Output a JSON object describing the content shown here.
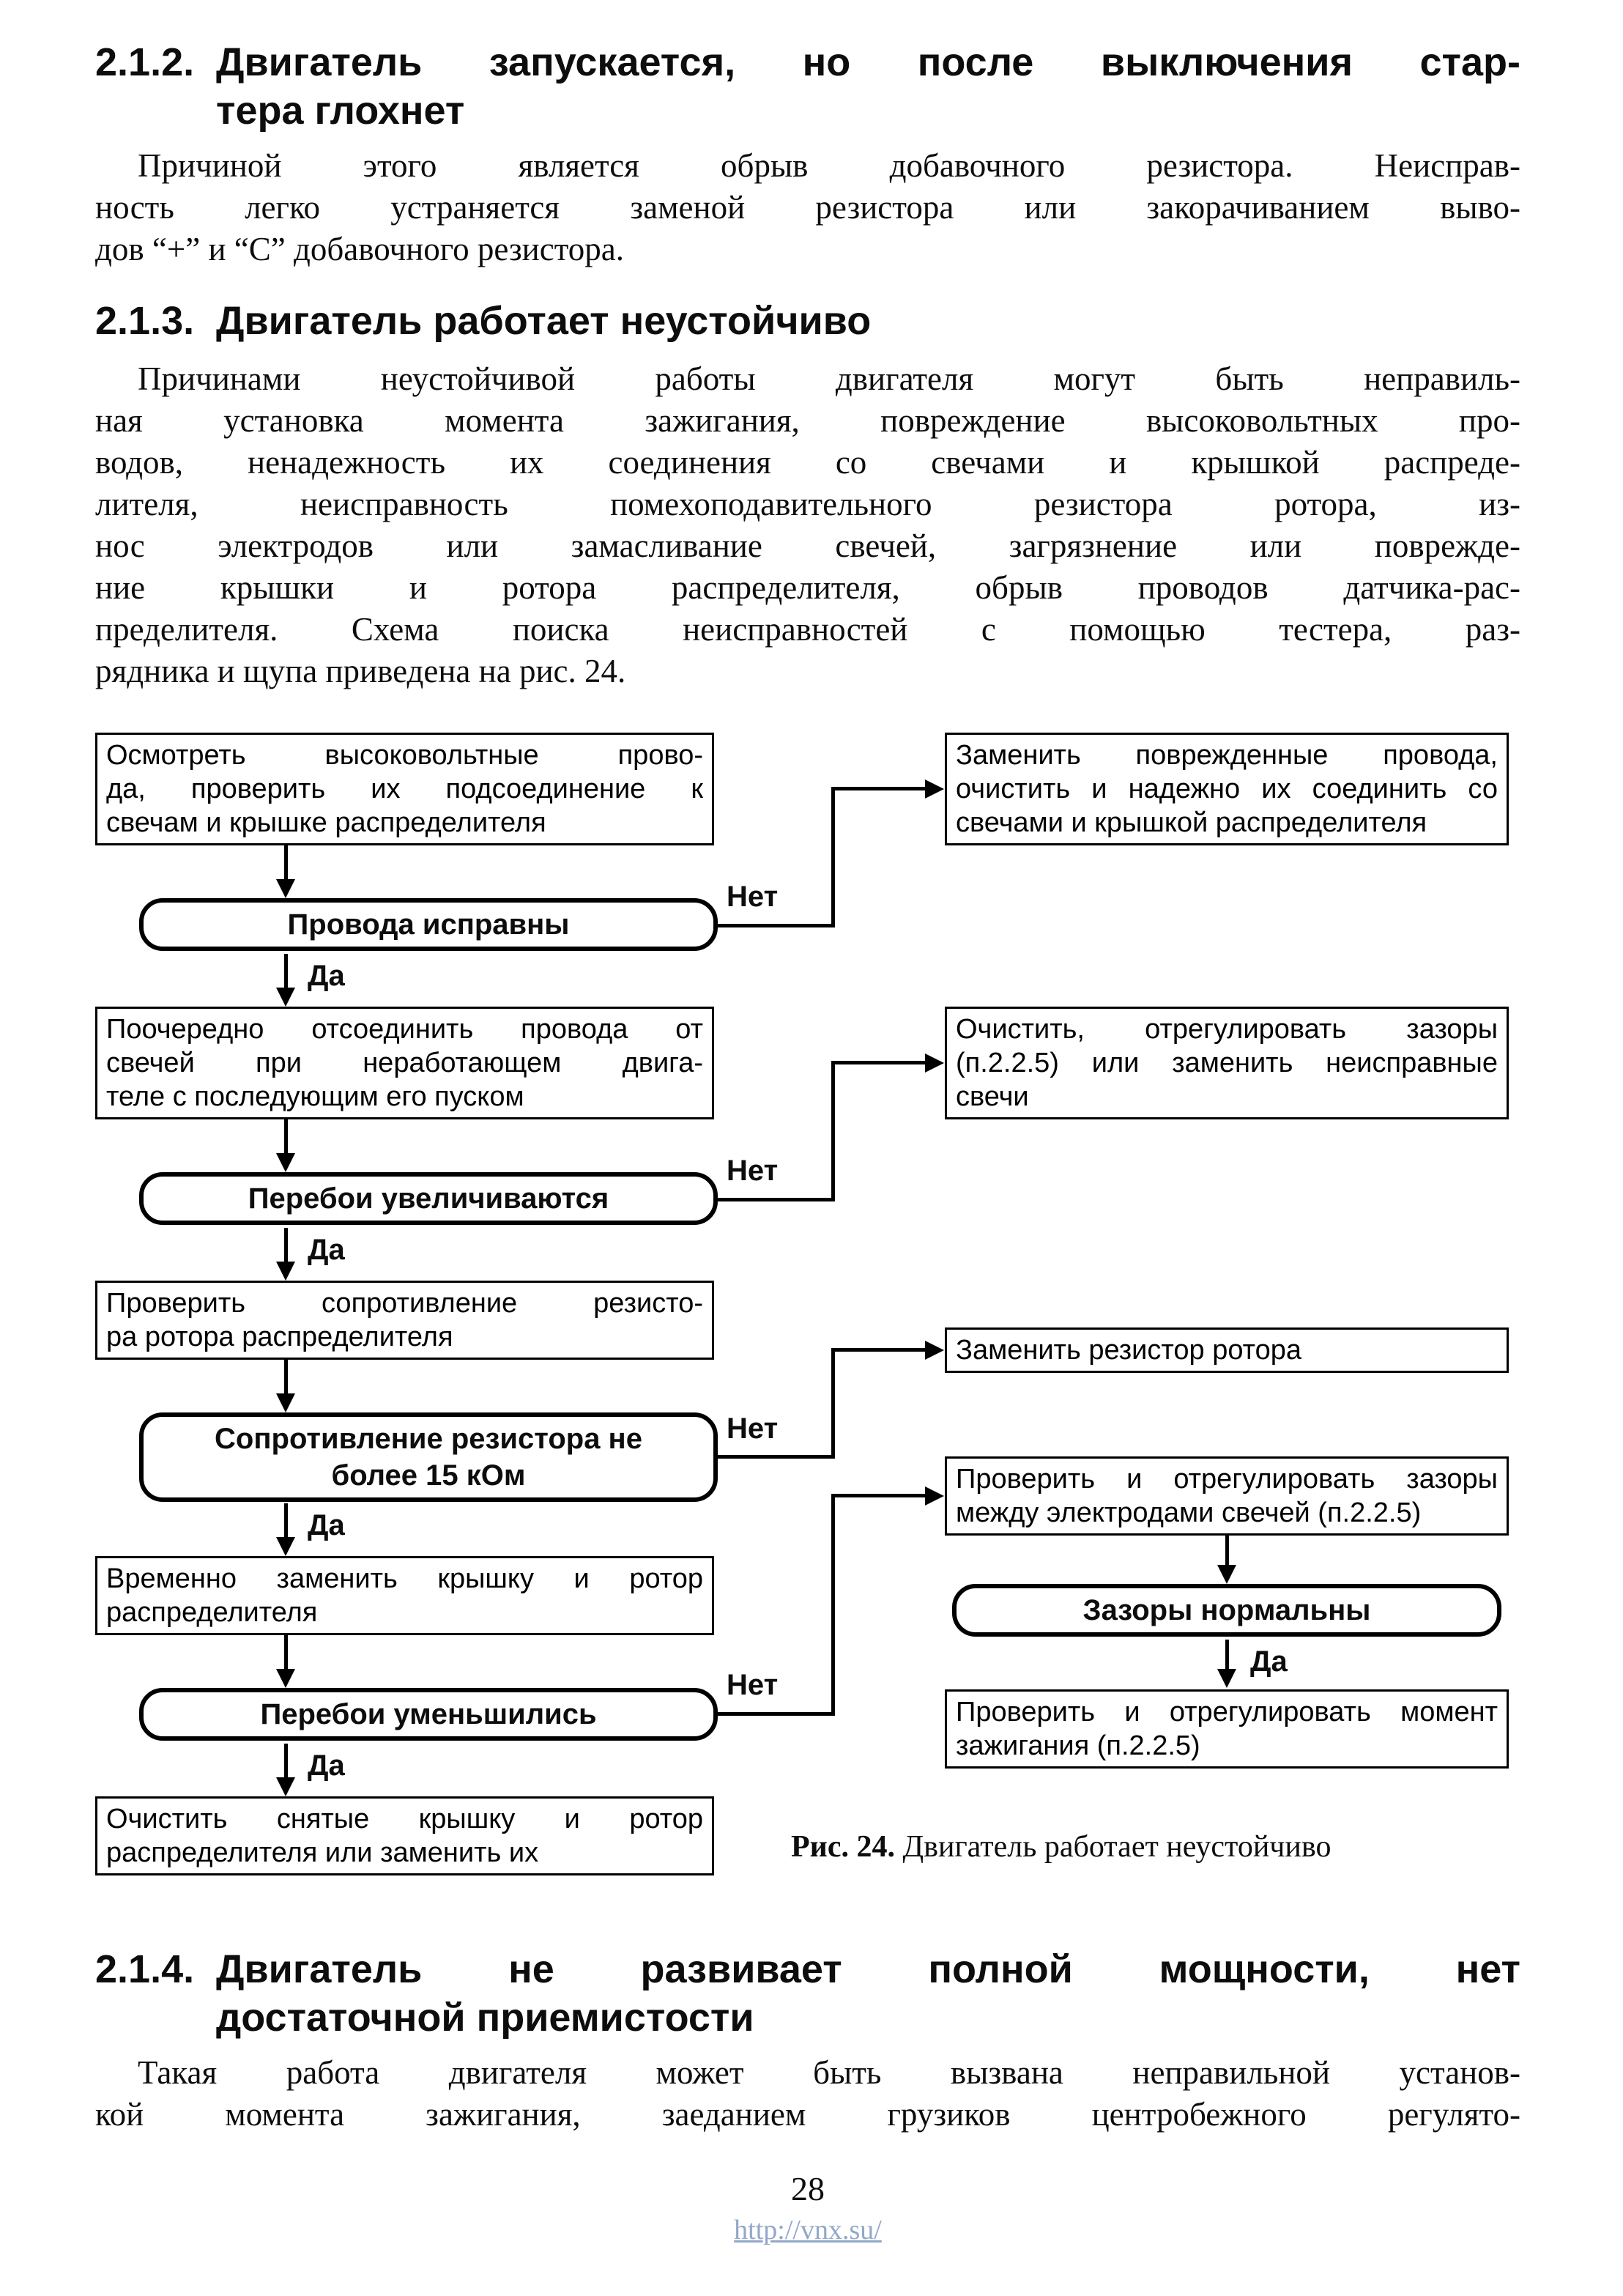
{
  "sections": {
    "s212": {
      "num": "2.1.2.",
      "heading_lines": [
        "Двигатель запускается, но после выключения стар-",
        "тера глохнет"
      ],
      "body_lines": [
        "Причиной этого является обрыв добавочного резистора. Неисправ-",
        "ность легко устраняется заменой резистора или закорачиванием выво-",
        "дов “+” и “С” добавочного резистора."
      ]
    },
    "s213": {
      "num": "2.1.3.",
      "heading_lines": [
        "Двигатель работает неустойчиво"
      ],
      "body_lines": [
        "Причинами неустойчивой работы двигателя могут быть неправиль-",
        "ная установка момента зажигания, повреждение высоковольтных про-",
        "водов, ненадежность их соединения со свечами и крышкой распреде-",
        "лителя, неисправность помехоподавительного резистора ротора, из-",
        "нос электродов или замасливание свечей, загрязнение или поврежде-",
        "ние крышки и ротора распределителя, обрыв проводов датчика-рас-",
        "пределителя. Схема поиска неисправностей с помощью тестера, раз-",
        "рядника и щупа приведена на рис. 24."
      ]
    },
    "s214": {
      "num": "2.1.4.",
      "heading_lines": [
        "Двигатель не развивает полной мощности, нет",
        "достаточной приемистости"
      ],
      "body_lines": [
        "Такая работа двигателя может быть вызвана неправильной установ-",
        "кой момента зажигания, заеданием грузиков центробежного регулято-"
      ]
    }
  },
  "flowchart": {
    "labels": {
      "yes": "Да",
      "no": "Нет"
    },
    "p1_lines": [
      "Осмотреть высоковольтные прово-",
      "да, проверить их подсоединение к",
      "свечам и крышке распределителя"
    ],
    "d1": "Провода исправны",
    "p2_lines": [
      "Поочередно отсоединить провода от",
      "свечей при неработающем двига-",
      "теле с последующим его пуском"
    ],
    "d2": "Перебои увеличиваются",
    "p3_lines": [
      "Проверить сопротивление резисто-",
      "ра ротора распределителя"
    ],
    "d3": "Сопротивление резистора не\nболее 15 кОм",
    "p4_lines": [
      "Временно заменить крышку и ротор",
      "распределителя"
    ],
    "d4": "Перебои уменьшились",
    "p5_lines": [
      "Очистить снятые крышку и ротор",
      "распределителя или заменить их"
    ],
    "r1_lines": [
      "Заменить поврежденные провода,",
      "очистить и надежно их соединить со",
      "свечами и крышкой распределителя"
    ],
    "r2_lines": [
      "Очистить, отрегулировать зазоры",
      "(п.2.2.5) или заменить неисправные",
      "свечи"
    ],
    "r3_lines": [
      "Заменить резистор ротора"
    ],
    "r4_lines": [
      "Проверить и отрегулировать зазоры",
      "между электродами свечей (п.2.2.5)"
    ],
    "d5": "Зазоры нормальны",
    "r5_lines": [
      "Проверить и отрегулировать момент",
      "зажигания (п.2.2.5)"
    ],
    "caption_bold": "Рис. 24.",
    "caption_rest": " Двигатель работает неустойчиво"
  },
  "footer": {
    "page_number": "28",
    "watermark": "http://vnx.su/"
  }
}
